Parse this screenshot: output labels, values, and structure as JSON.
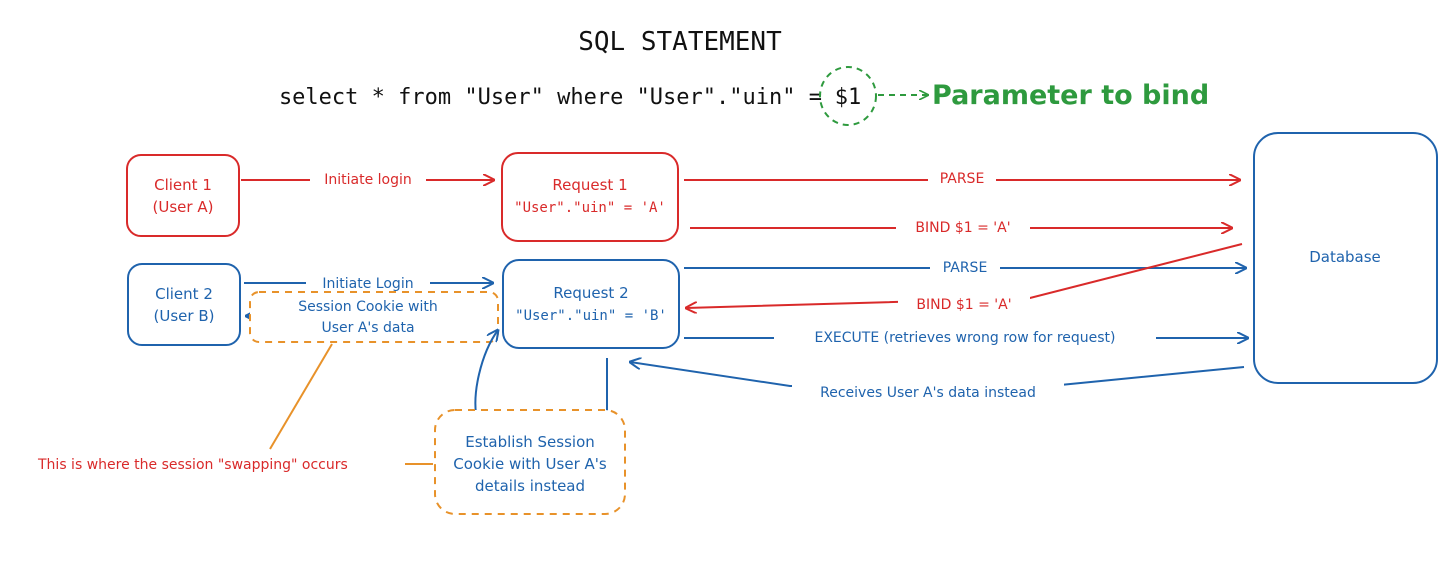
{
  "title": "SQL STATEMENT",
  "statement": {
    "prefix": "select * from \"User\" where \"User\".\"uin\" =",
    "param": "$1",
    "param_label": "Parameter to bind"
  },
  "nodes": {
    "client1": {
      "line1": "Client 1",
      "line2": "(User A)"
    },
    "client2": {
      "line1": "Client 2",
      "line2": "(User B)"
    },
    "request1": {
      "line1": "Request 1",
      "line2": "\"User\".\"uin\" = 'A'"
    },
    "request2": {
      "line1": "Request 2",
      "line2": "\"User\".\"uin\" = 'B'"
    },
    "database": {
      "label": "Database"
    },
    "session_cookie": {
      "line1": "Session Cookie with",
      "line2": "User A's data"
    },
    "establish": {
      "line1": "Establish Session",
      "line2": "Cookie with User A's",
      "line3": "details instead"
    }
  },
  "edges": {
    "c1_initiate": "Initiate login",
    "r1_parse": "PARSE",
    "r1_bind": "BIND $1 = 'A'",
    "c2_initiate": "Initiate Login",
    "r2_parse": "PARSE",
    "r2_bind": "BIND $1 = 'A'",
    "r2_execute": "EXECUTE (retrieves wrong row for request)",
    "receives": "Receives User A's data instead"
  },
  "annotation": "This is where the session \"swapping\" occurs",
  "colors": {
    "red": "#d92a2a",
    "blue": "#1f63ad",
    "green": "#2e9a3e",
    "orange": "#e8922a"
  }
}
